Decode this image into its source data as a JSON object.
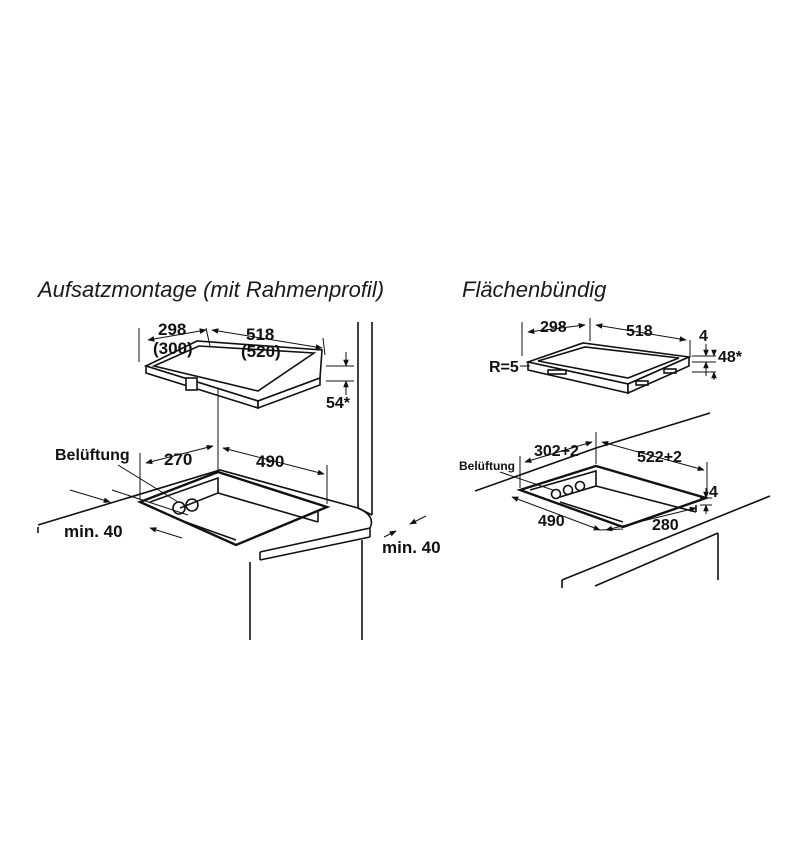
{
  "left": {
    "title": "Aufsatzmontage (mit Rahmenprofil)",
    "dims": {
      "top_left": "298",
      "top_left_alt": "(300)",
      "top_right": "518",
      "top_right_alt": "(520)",
      "height": "54*",
      "cut_left": "270",
      "cut_right": "490",
      "ventilation": "Belüftung",
      "min_left": "min. 40",
      "min_right": "min. 40"
    }
  },
  "right": {
    "title": "Flächenbündig",
    "dims": {
      "top_left": "298",
      "top_right": "518",
      "radius": "R=5",
      "thickness_top": "4",
      "height": "48*",
      "cut_left": "302+2",
      "cut_right": "522+2",
      "ventilation": "Belüftung",
      "cut_depth": "4",
      "bottom_left": "490",
      "bottom_right": "280"
    }
  }
}
